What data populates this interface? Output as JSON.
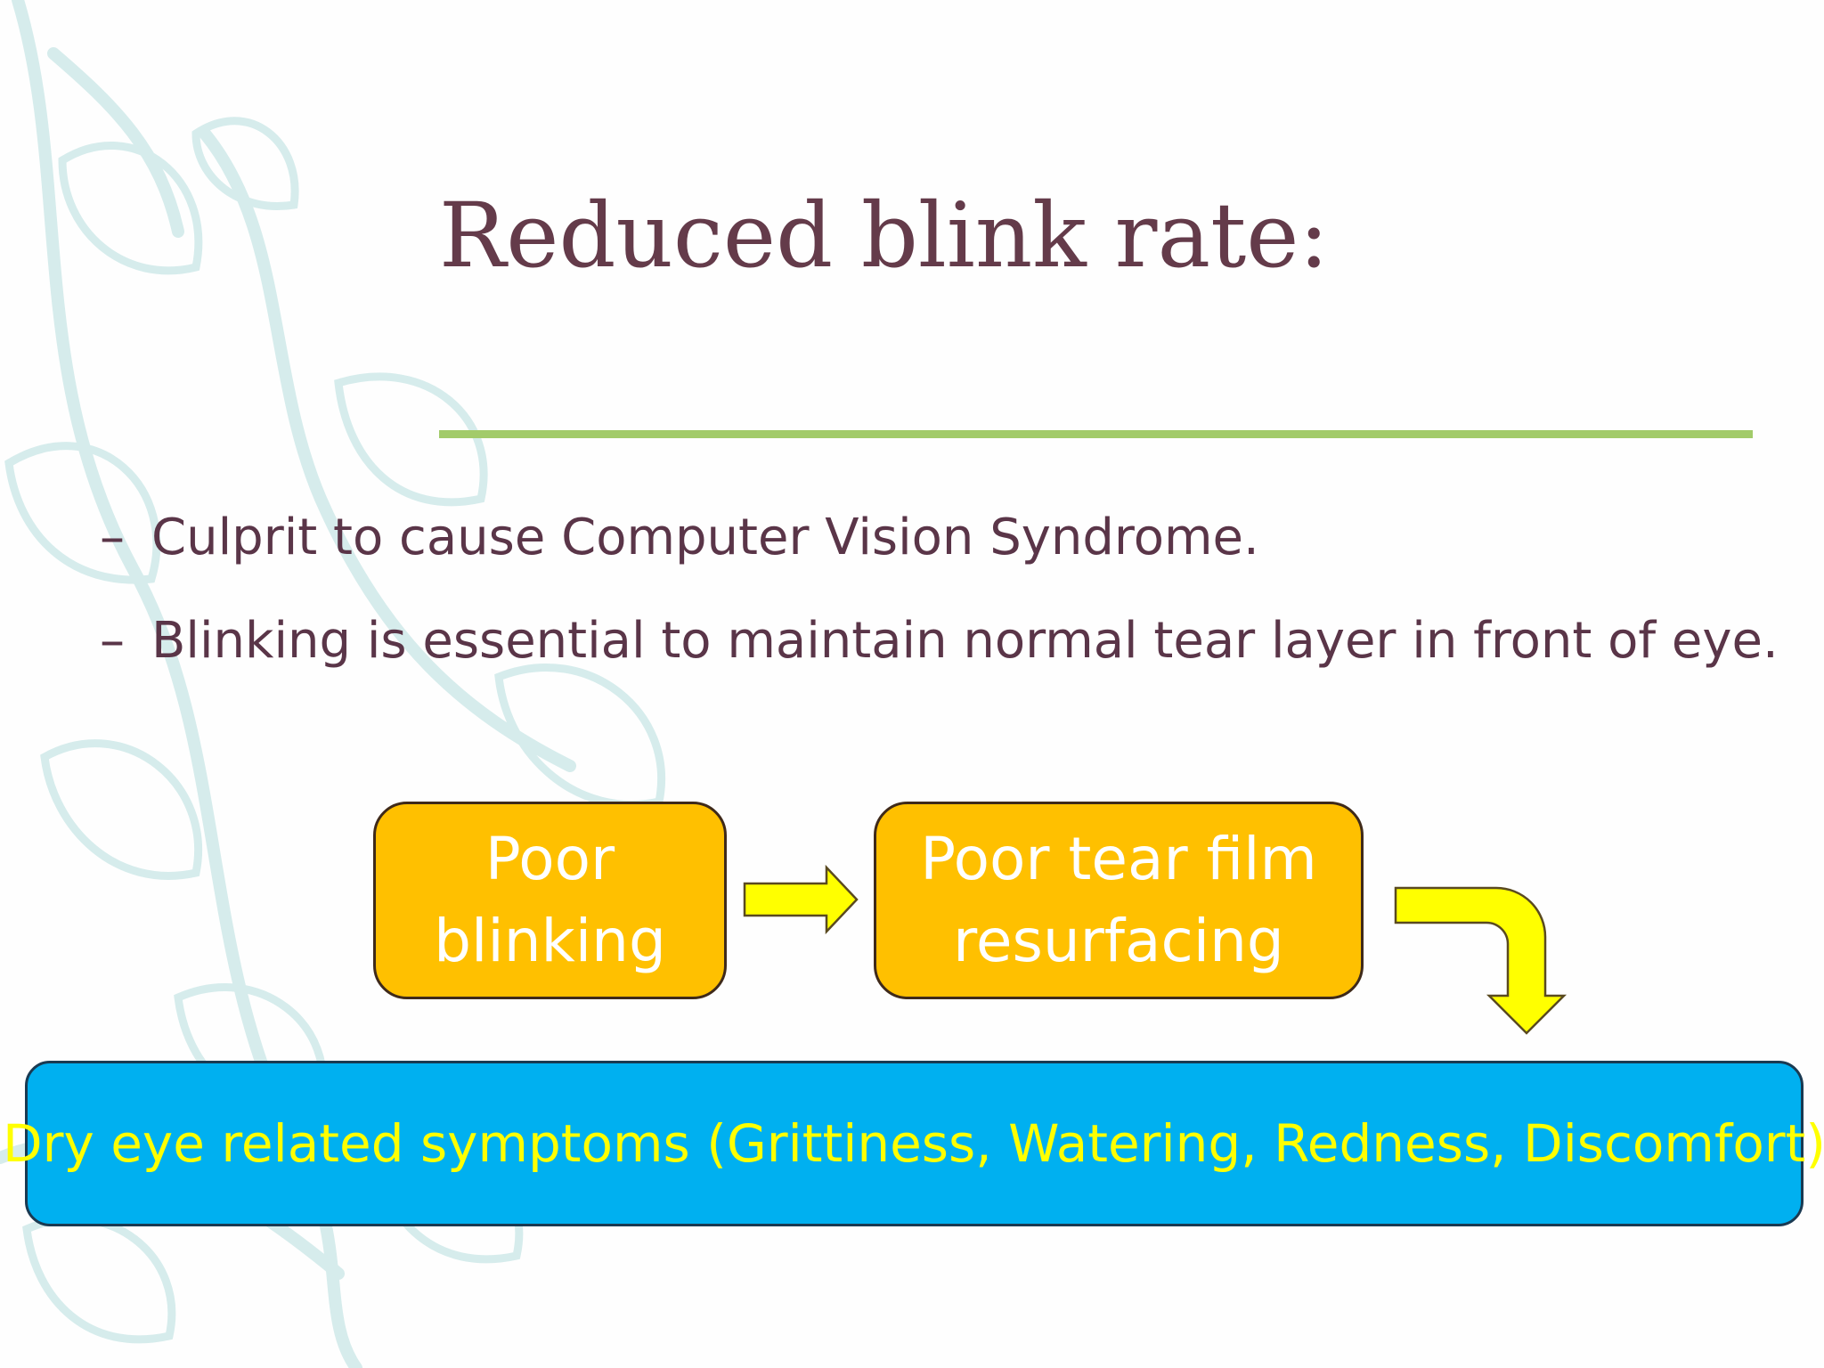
{
  "slide": {
    "title": "Reduced blink rate:",
    "bullets": [
      {
        "marker": "–",
        "text": "Culprit to cause Computer Vision Syndrome."
      },
      {
        "marker": "–",
        "text": "Blinking is essential to maintain normal tear layer in front of eye."
      }
    ],
    "flow": {
      "step_1": {
        "line_1": "Poor",
        "line_2": "blinking"
      },
      "step_2": {
        "line_1": "Poor tear film",
        "line_2": "resurfacing"
      },
      "result": "Dry eye related symptoms (Grittiness, Watering, Redness, Discomfort)"
    }
  },
  "colors": {
    "title": "#643b4a",
    "title_rule": "#a2cb6a",
    "bullet_text": "#5a3548",
    "step_box_fill": "#ffc000",
    "step_text": "#ffffff",
    "arrow_fill": "#ffff00",
    "result_box_fill": "#00b0f0",
    "result_text": "#ffff00",
    "background_vines": "#d6ecec"
  },
  "icons": {
    "arrow_1": "right-arrow-icon",
    "arrow_2": "bent-down-arrow-icon"
  }
}
